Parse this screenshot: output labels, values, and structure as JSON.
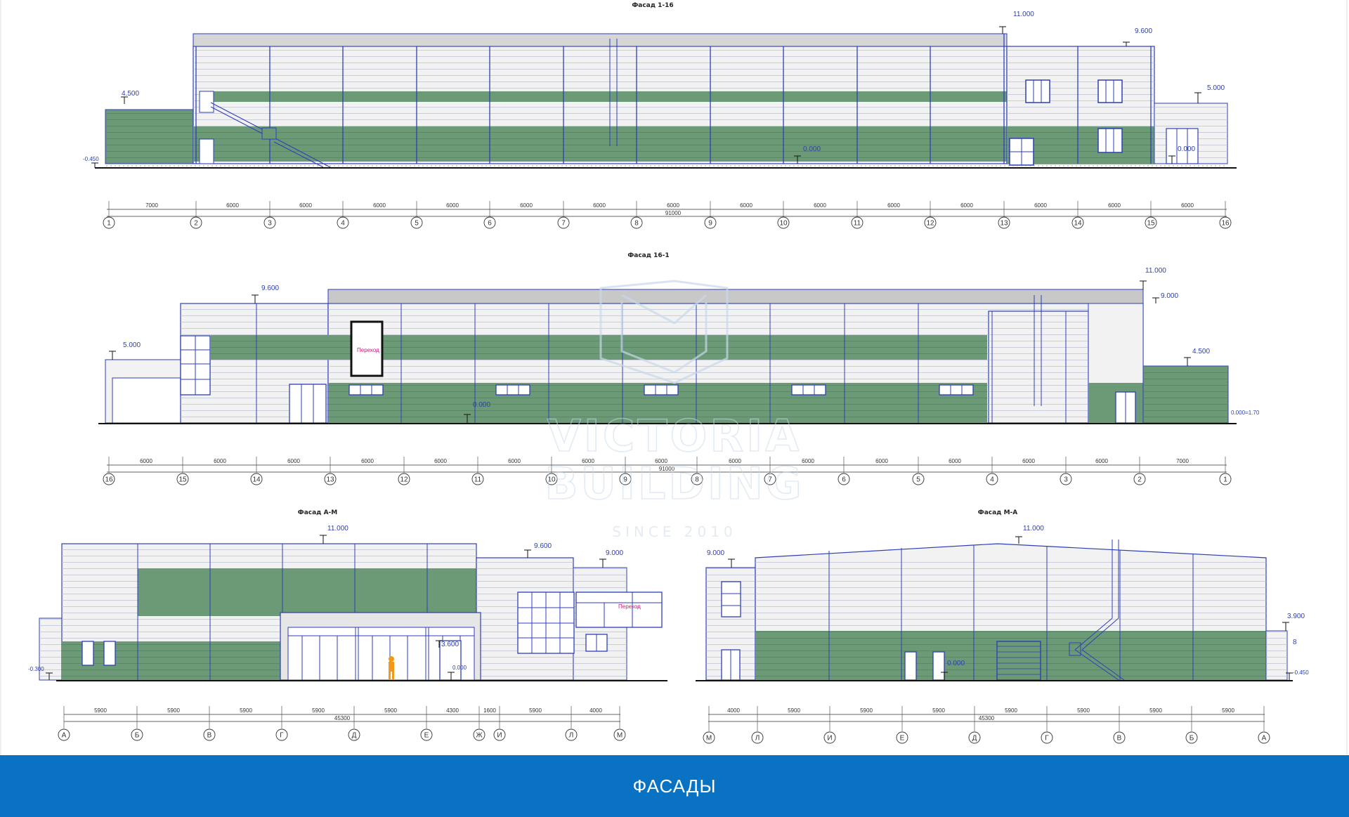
{
  "elevation_1_16": {
    "title": "Фасад 1-16",
    "levels": [
      "11.000",
      "9.600",
      "4.500",
      "5.000",
      "-0.450",
      "0.000",
      "0.000"
    ],
    "spans": [
      "7000",
      "6000",
      "6000",
      "6000",
      "6000",
      "6000",
      "6000",
      "6000",
      "6000",
      "6000",
      "6000",
      "6000",
      "6000",
      "6000",
      "6000"
    ],
    "total": "91000",
    "axes": [
      "1",
      "2",
      "3",
      "4",
      "5",
      "6",
      "7",
      "8",
      "9",
      "10",
      "11",
      "12",
      "13",
      "14",
      "15",
      "16"
    ]
  },
  "elevation_16_1": {
    "title": "Фасад 16-1",
    "levels": [
      "9.600",
      "11.000",
      "9.000",
      "5.000",
      "4.500",
      "0.000",
      "0.000=1.70"
    ],
    "passage_label": "Переход",
    "spans": [
      "6000",
      "6000",
      "6000",
      "6000",
      "6000",
      "6000",
      "6000",
      "6000",
      "6000",
      "6000",
      "6000",
      "6000",
      "6000",
      "6000",
      "7000"
    ],
    "total": "91000",
    "axes": [
      "16",
      "15",
      "14",
      "13",
      "12",
      "11",
      "10",
      "9",
      "8",
      "7",
      "6",
      "5",
      "4",
      "3",
      "2",
      "1"
    ]
  },
  "elevation_A_M": {
    "title": "Фасад А-М",
    "levels": [
      "11.000",
      "9.600",
      "9.000",
      "3.600",
      "0.000",
      "-0.300"
    ],
    "passage_label": "Переход",
    "spans": [
      "5900",
      "5900",
      "5900",
      "5900",
      "5900",
      "4300",
      "1600",
      "5900",
      "4000"
    ],
    "total": "45300",
    "axes": [
      "А",
      "Б",
      "В",
      "Г",
      "Д",
      "Е",
      "Ж",
      "И",
      "Л",
      "М"
    ]
  },
  "elevation_M_A": {
    "title": "Фасад М-А",
    "levels": [
      "11.000",
      "9.000",
      "3.900",
      "0.000",
      "-0.450",
      "8"
    ],
    "spans": [
      "4000",
      "5900",
      "5900",
      "5900",
      "5900",
      "5900",
      "5900",
      "5900"
    ],
    "total": "45300",
    "axes": [
      "М",
      "Л",
      "И",
      "Е",
      "Д",
      "Г",
      "В",
      "Б",
      "А"
    ]
  },
  "watermark": {
    "line1": "VICTORIA",
    "line2": "BUILDING",
    "line3": "SINCE 2010"
  },
  "banner": {
    "title": "ФАСАДЫ"
  },
  "colors": {
    "panel_green": "#6c9a76",
    "panel_white": "#f2f2f2",
    "outline_blue": "#2e3fb8",
    "roof_grey": "#c8c8c8",
    "banner_blue": "#0a72c2"
  }
}
